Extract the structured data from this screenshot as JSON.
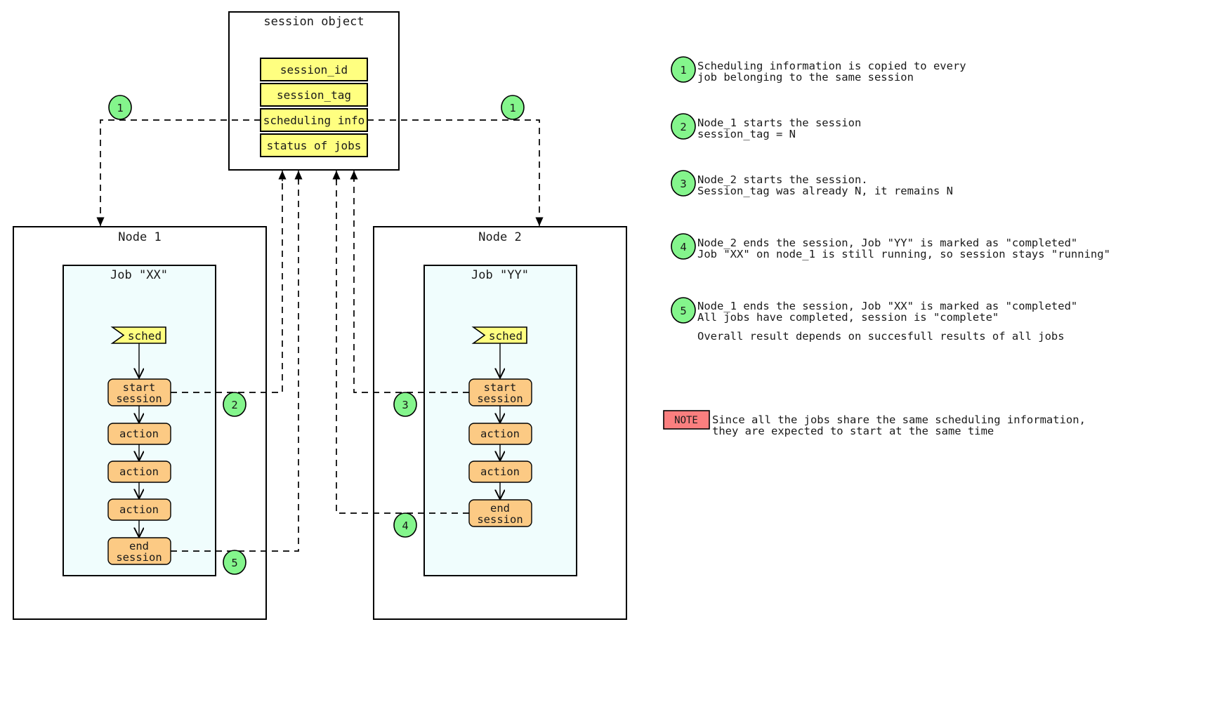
{
  "session_object": {
    "title": "session object",
    "fields": [
      "session_id",
      "session_tag",
      "scheduling info",
      "status of jobs"
    ]
  },
  "nodes": [
    {
      "title": "Node 1",
      "job_title": "Job \"XX\"",
      "sched_label": "sched",
      "steps": [
        "start\nsession",
        "action",
        "action",
        "action",
        "end\nsession"
      ],
      "steps_flat": [
        "start session",
        "action",
        "action",
        "action",
        "end session"
      ]
    },
    {
      "title": "Node 2",
      "job_title": "Job \"YY\"",
      "sched_label": "sched",
      "steps": [
        "start\nsession",
        "action",
        "action",
        "end\nsession"
      ],
      "steps_flat": [
        "start session",
        "action",
        "action",
        "end session"
      ]
    }
  ],
  "step_labels": {
    "start_line1": "start",
    "start_line2": "session",
    "action": "action",
    "end_line1": "end",
    "end_line2": "session"
  },
  "badges": {
    "b1a": "1",
    "b1b": "1",
    "b2": "2",
    "b3": "3",
    "b4": "4",
    "b5": "5"
  },
  "legend": [
    {
      "num": "1",
      "lines": [
        "Scheduling information is copied to every",
        "job belonging to the same session"
      ]
    },
    {
      "num": "2",
      "lines": [
        "Node_1 starts the session",
        "session_tag = N"
      ]
    },
    {
      "num": "3",
      "lines": [
        "Node_2 starts the session.",
        "Session_tag was already N, it remains N"
      ]
    },
    {
      "num": "4",
      "lines": [
        "Node_2 ends the session, Job \"YY\" is marked as \"completed\"",
        "Job \"XX\" on node_1 is still running, so session stays \"running\""
      ]
    },
    {
      "num": "5",
      "lines": [
        "Node_1 ends the session, Job \"XX\" is marked as \"completed\"",
        "All jobs have completed, session is \"complete\""
      ]
    }
  ],
  "overall_note": "Overall result depends on succesfull results of all jobs",
  "note_box": {
    "label": "NOTE",
    "lines": [
      "Since all the jobs share the same scheduling information,",
      "they are expected to start at the same time"
    ]
  },
  "colors": {
    "session_field": "#ffff80",
    "step": "#fcca84",
    "badge": "#84f58c",
    "note": "#fa7f7f",
    "job_bg": "#f0fdfd"
  }
}
